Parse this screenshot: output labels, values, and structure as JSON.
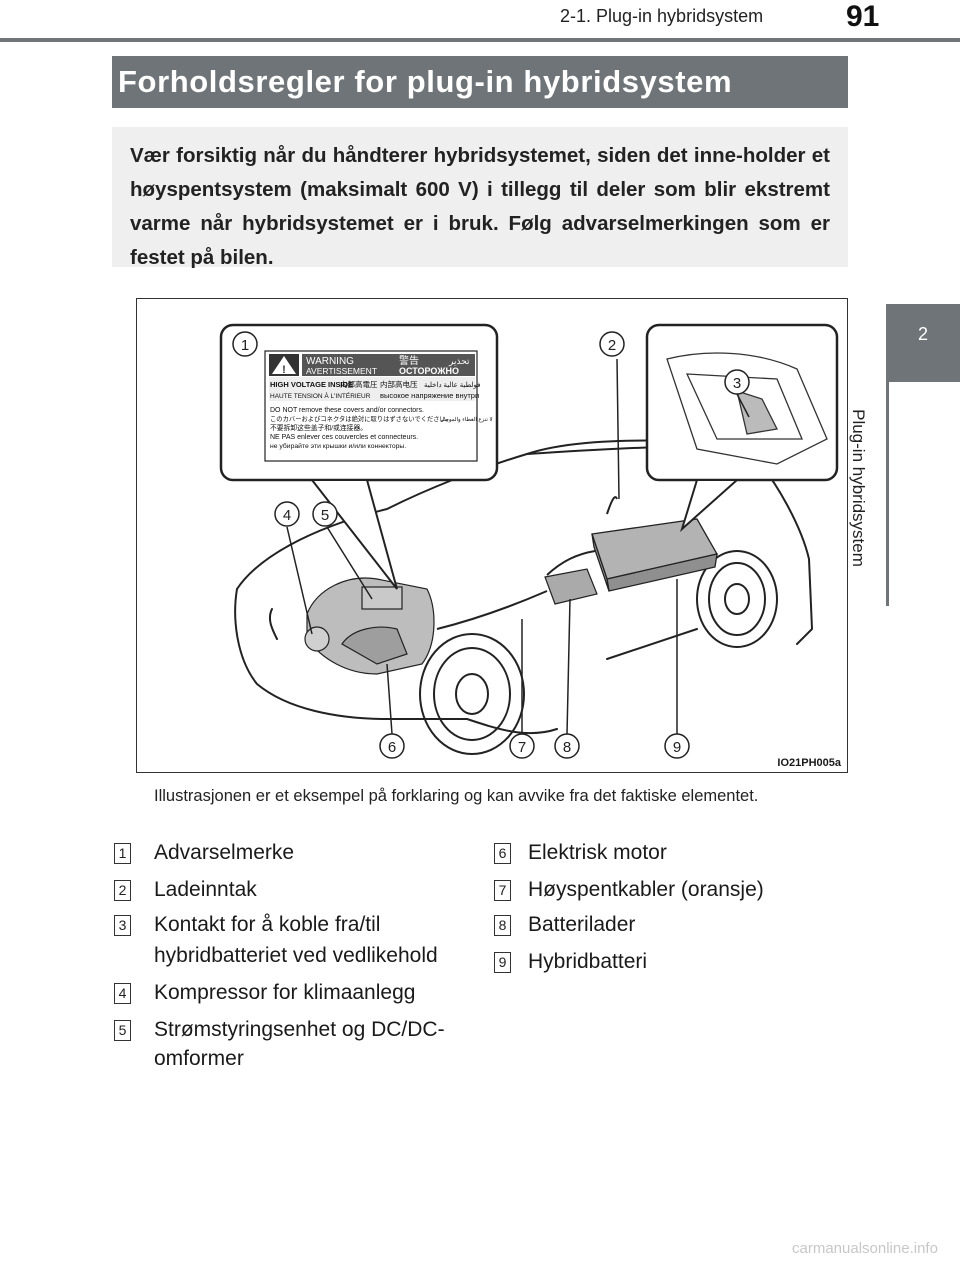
{
  "header": {
    "section": "2-1. Plug-in hybridsystem",
    "page_number": "91"
  },
  "side_tab": {
    "number": "2",
    "label": "Plug-in hybridsystem"
  },
  "title": "Forholdsregler for plug-in hybridsystem",
  "intro": "Vær forsiktig når du håndterer hybridsystemet, siden det inne-holder et høyspentsystem (maksimalt 600 V) i tillegg til deler som blir ekstremt varme når hybridsystemet er i bruk. Følg advarselmerkingen som er festet på bilen.",
  "figure": {
    "code": "IO21PH005a",
    "callouts": [
      "1",
      "2",
      "3",
      "4",
      "5",
      "6",
      "7",
      "8",
      "9"
    ],
    "warning_label": {
      "title_en": "WARNING",
      "title_ja": "警告",
      "title_ar": "تحذير",
      "title_fr": "AVERTISSEMENT",
      "title_ru": "ОСТОРОЖНО",
      "hv_en": "HIGH VOLTAGE INSIDE",
      "hv_ja": "内部高電圧",
      "hv_zh": "内部高电压",
      "hv_ar": "فولطية عالية داخلية",
      "hv_fr": "HAUTE TENSION À L'INTÉRIEUR",
      "hv_ru": "высокое напряжение внутри",
      "line_en": "DO NOT remove these covers and/or connectors.",
      "line_ja": "このカバーおよびコネクタは絶対に取りはずさないでください。",
      "line_ar": "لا تنزع الغطاء والموصل",
      "line_zh": "不要拆卸这些盖子和/或连接器。",
      "line_fr": "NE PAS enlever ces couvercles et connecteurs.",
      "line_ru": "не убирайте эти крышки и/или коннекторы."
    }
  },
  "caption": "Illustrasjonen er et eksempel på forklaring og kan avvike fra det faktiske elementet.",
  "legend": [
    {
      "num": "1",
      "label": "Advarselmerke"
    },
    {
      "num": "2",
      "label": "Ladeinntak"
    },
    {
      "num": "3",
      "label": "Kontakt for å koble fra/til",
      "label2": "hybridbatteriet ved vedlikehold"
    },
    {
      "num": "4",
      "label": "Kompressor for klimaanlegg"
    },
    {
      "num": "5",
      "label": "Strømstyringsenhet og DC/DC-",
      "label2": "omformer"
    },
    {
      "num": "6",
      "label": "Elektrisk motor"
    },
    {
      "num": "7",
      "label": "Høyspentkabler (oransje)"
    },
    {
      "num": "8",
      "label": "Batterilader"
    },
    {
      "num": "9",
      "label": "Hybridbatteri"
    }
  ],
  "watermark": "carmanualsonline.info"
}
